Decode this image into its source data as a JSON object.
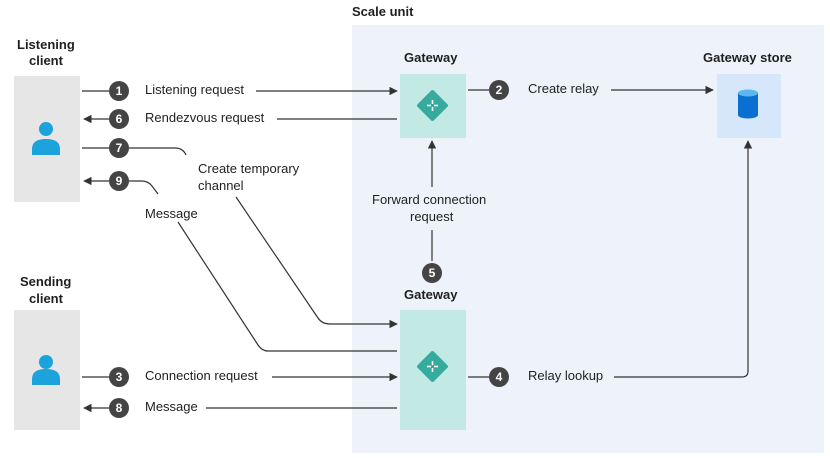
{
  "scale_unit": {
    "label": "Scale unit"
  },
  "nodes": {
    "listening_client": {
      "label_line1": "Listening",
      "label_line2": "client",
      "icon": "user-icon"
    },
    "sending_client": {
      "label_line1": "Sending",
      "label_line2": "client",
      "icon": "user-icon"
    },
    "gateway_top": {
      "label": "Gateway",
      "icon": "gateway-router-icon"
    },
    "gateway_bottom": {
      "label": "Gateway",
      "icon": "gateway-router-icon"
    },
    "gateway_store": {
      "label": "Gateway store",
      "icon": "database-icon"
    }
  },
  "steps": [
    {
      "number": "1",
      "label": "Listening request"
    },
    {
      "number": "2",
      "label": "Create relay"
    },
    {
      "number": "3",
      "label": "Connection request"
    },
    {
      "number": "4",
      "label": "Relay lookup"
    },
    {
      "number": "5",
      "label_line1": "Forward connection",
      "label_line2": "request"
    },
    {
      "number": "6",
      "label": "Rendezvous request"
    },
    {
      "number": "7",
      "label_line1": "Create temporary",
      "label_line2": "channel"
    },
    {
      "number": "8",
      "label": "Message"
    },
    {
      "number": "9",
      "label": "Message"
    }
  ],
  "colors": {
    "scale_unit_bg": "#eef3fb",
    "client_bg": "#e6e6e6",
    "gateway_bg": "#c3e9e4",
    "store_bg": "#d6e6fb",
    "user_icon": "#1ca3dc",
    "gateway_icon": "#36ab9d",
    "badge": "#444444"
  }
}
